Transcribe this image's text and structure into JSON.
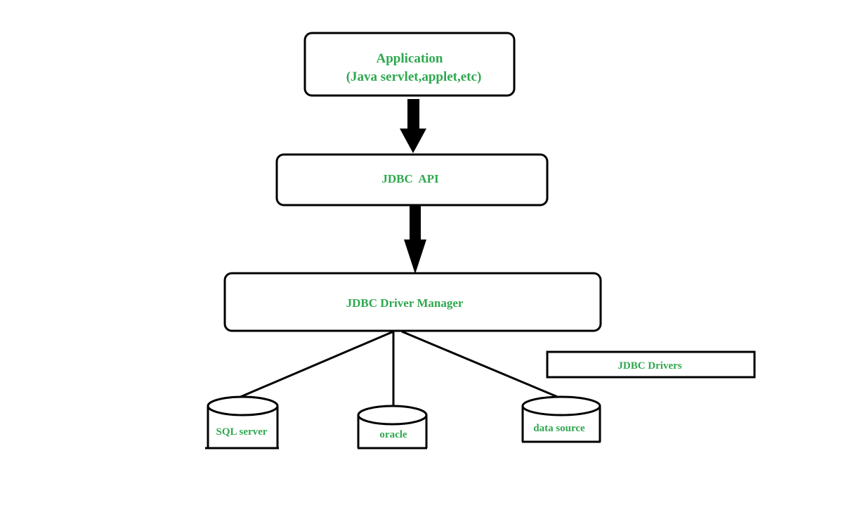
{
  "colors": {
    "label": "#2fa84f",
    "stroke": "#000000",
    "background": "#ffffff"
  },
  "nodes": {
    "application": {
      "line1": "Application",
      "line2": "(Java servlet,applet,etc)"
    },
    "jdbc_api": {
      "label": "JDBC  API"
    },
    "driver_manager": {
      "label": "JDBC Driver Manager"
    },
    "jdbc_drivers": {
      "label": "JDBC Drivers"
    },
    "databases": [
      {
        "label": "SQL server"
      },
      {
        "label": "oracle"
      },
      {
        "label": "data source"
      }
    ]
  }
}
